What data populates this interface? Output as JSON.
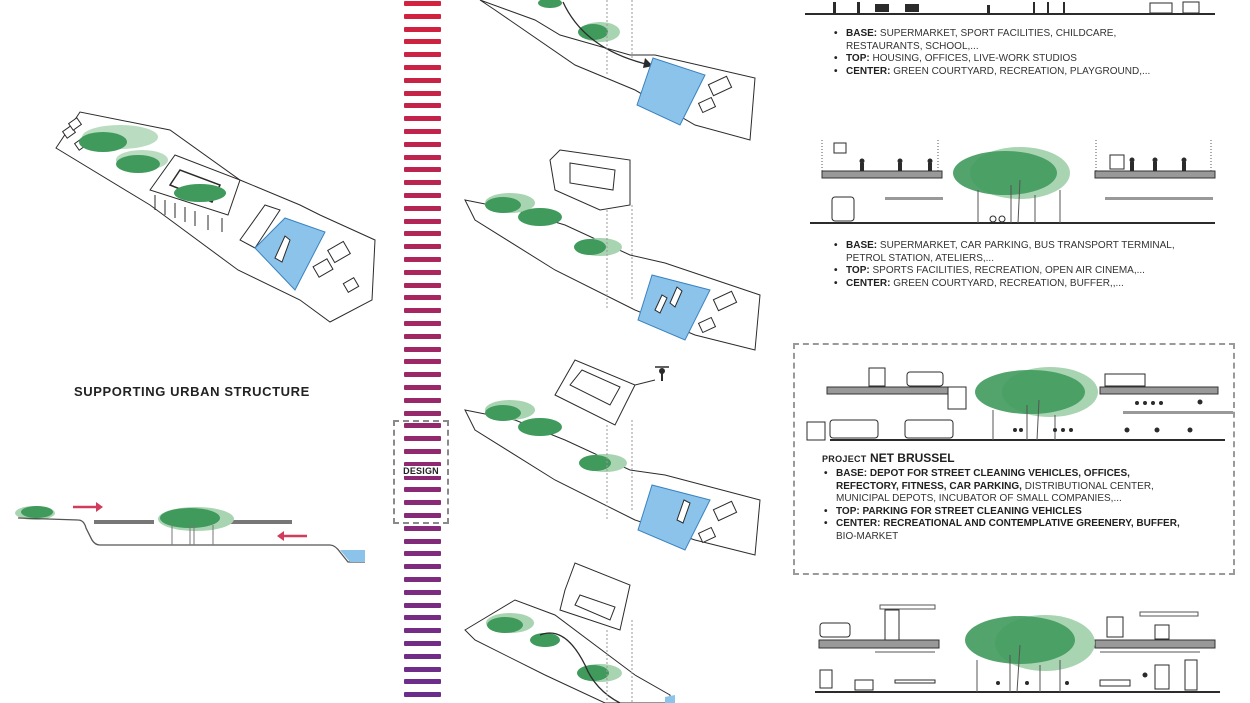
{
  "colors": {
    "stripe_top": "#d4213d",
    "stripe_bottom": "#6b2d8c",
    "water": "#8cc3ea",
    "tree_dark": "#3f9a5c",
    "tree_light": "#a9d4b2",
    "arrow": "#d03c5a",
    "dashed_border": "#8a8a8a",
    "line": "#2b2b2b"
  },
  "left_panel": {
    "title": "SUPPORTING URBAN STRUCTURE",
    "axonometric_label": "urban-block-axonometric",
    "section_label": "site-section-with-platforms"
  },
  "stripe_column": {
    "count": 55,
    "design_label": "DESIGN"
  },
  "center_column": {
    "diagrams": [
      {
        "name": "variant-1-axonometric",
        "features": [
          "trees",
          "arrow",
          "water",
          "boats",
          "houses"
        ]
      },
      {
        "name": "variant-2-axonometric",
        "features": [
          "elevated-building",
          "trees",
          "water",
          "boats",
          "houses"
        ]
      },
      {
        "name": "variant-3-axonometric",
        "features": [
          "elevated-building",
          "fitness-figure",
          "trees",
          "water",
          "boat",
          "houses"
        ]
      },
      {
        "name": "variant-4-axonometric",
        "features": [
          "elevated-building",
          "trees",
          "arrow"
        ]
      }
    ]
  },
  "right_column": {
    "block1": {
      "items": [
        {
          "key": "BASE:",
          "text": " SUPERMARKET, SPORT FACILITIES, CHILDCARE, RESTAURANTS, SCHOOL,..."
        },
        {
          "key": "TOP:",
          "text": " HOUSING, OFFICES, LIVE-WORK STUDIOS"
        },
        {
          "key": "CENTER:",
          "text": " GREEN COURTYARD, RECREATION, PLAYGROUND,..."
        }
      ]
    },
    "block2": {
      "items": [
        {
          "key": "BASE:",
          "text": " SUPERMARKET, CAR PARKING, BUS TRANSPORT TERMINAL, PETROL STATION, ATELIERS,..."
        },
        {
          "key": "TOP:",
          "text": " SPORTS FACILITIES, RECREATION, OPEN AIR CINEMA,..."
        },
        {
          "key": "CENTER:",
          "text": " GREEN COURTYARD, RECREATION, BUFFER,,..."
        }
      ]
    },
    "project": {
      "prefix": "PROJECT",
      "name": "NET BRUSSEL",
      "items": [
        {
          "key": "BASE:",
          "bold_text": " DEPOT FOR STREET CLEANING VEHICLES, OFFICES, REFECTORY, FITNESS, CAR PARKING,",
          "text": " DISTRIBUTIONAL CENTER, MUNICIPAL DEPOTS, INCUBATOR OF SMALL COMPANIES,..."
        },
        {
          "key": "TOP:",
          "bold_text": " PARKING FOR STREET CLEANING VEHICLES",
          "text": ""
        },
        {
          "key": "CENTER:",
          "bold_text": " RECREATIONAL AND CONTEMPLATIVE GREENERY, BUFFER,",
          "text": " BIO-MARKET"
        }
      ]
    }
  }
}
